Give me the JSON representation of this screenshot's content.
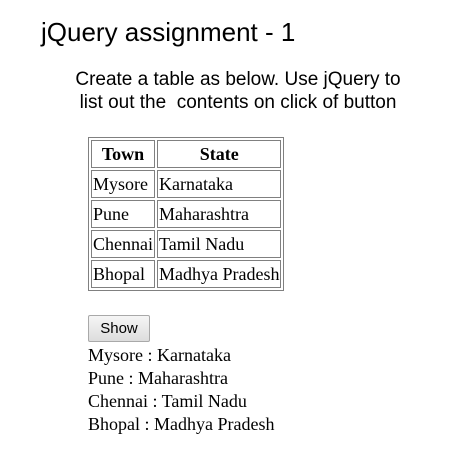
{
  "page": {
    "title": "jQuery assignment - 1",
    "instructions": [
      "Create a table as below. Use jQuery to",
      "list out the  contents on click of button"
    ]
  },
  "table": {
    "headers": [
      "Town",
      "State"
    ],
    "rows": [
      [
        "Mysore",
        "Karnataka"
      ],
      [
        "Pune",
        "Maharashtra"
      ],
      [
        "Chennai",
        "Tamil Nadu"
      ],
      [
        "Bhopal",
        "Madhya Pradesh"
      ]
    ]
  },
  "button": {
    "label": "Show"
  },
  "output": [
    "Mysore : Karnataka",
    "Pune : Maharashtra",
    "Chennai : Tamil Nadu",
    "Bhopal : Madhya Pradesh"
  ]
}
